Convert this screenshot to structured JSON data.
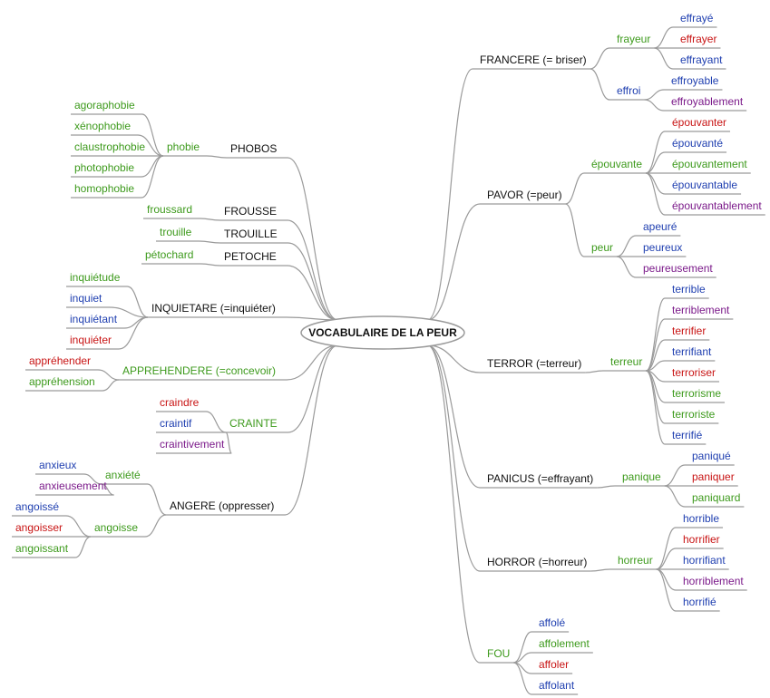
{
  "center": {
    "label": "VOCABULAIRE DE LA PEUR"
  },
  "colors": {
    "black": "#111111",
    "green": "#3d9a1c",
    "blue": "#1f3fb0",
    "red": "#c81414",
    "purple": "#7b1a8a",
    "line": "#9a9a9a"
  },
  "right_branches": [
    {
      "label": "FRANCERE (= briser)",
      "groups": [
        {
          "label": "frayeur",
          "color": "green",
          "words": [
            {
              "text": "effrayé",
              "color": "blue"
            },
            {
              "text": "effrayer",
              "color": "red"
            },
            {
              "text": "effrayant",
              "color": "blue"
            }
          ]
        },
        {
          "label": "effroi",
          "color": "blue",
          "words": [
            {
              "text": "effroyable",
              "color": "blue"
            },
            {
              "text": "effroyablement",
              "color": "purple"
            }
          ]
        }
      ]
    },
    {
      "label": "PAVOR (=peur)",
      "groups": [
        {
          "label": "épouvante",
          "color": "green",
          "words": [
            {
              "text": "épouvanter",
              "color": "red"
            },
            {
              "text": "épouvanté",
              "color": "blue"
            },
            {
              "text": "épouvantement",
              "color": "green"
            },
            {
              "text": "épouvantable",
              "color": "blue"
            },
            {
              "text": "épouvantablement",
              "color": "purple"
            }
          ]
        },
        {
          "label": "peur",
          "color": "green",
          "words": [
            {
              "text": "apeuré",
              "color": "blue"
            },
            {
              "text": "peureux",
              "color": "blue"
            },
            {
              "text": "peureusement",
              "color": "purple"
            }
          ]
        }
      ]
    },
    {
      "label": "TERROR (=terreur)",
      "groups": [
        {
          "label": "terreur",
          "color": "green",
          "words": [
            {
              "text": "terrible",
              "color": "blue"
            },
            {
              "text": "terriblement",
              "color": "purple"
            },
            {
              "text": "terrifier",
              "color": "red"
            },
            {
              "text": "terrifiant",
              "color": "blue"
            },
            {
              "text": "terroriser",
              "color": "red"
            },
            {
              "text": "terrorisme",
              "color": "green"
            },
            {
              "text": "terroriste",
              "color": "green"
            },
            {
              "text": "terrifié",
              "color": "blue"
            }
          ]
        }
      ]
    },
    {
      "label": "PANICUS (=effrayant)",
      "groups": [
        {
          "label": "panique",
          "color": "green",
          "words": [
            {
              "text": "paniqué",
              "color": "blue"
            },
            {
              "text": "paniquer",
              "color": "red"
            },
            {
              "text": "paniquard",
              "color": "green"
            }
          ]
        }
      ]
    },
    {
      "label": "HORROR (=horreur)",
      "groups": [
        {
          "label": "horreur",
          "color": "green",
          "words": [
            {
              "text": "horrible",
              "color": "blue"
            },
            {
              "text": "horrifier",
              "color": "red"
            },
            {
              "text": "horrifiant",
              "color": "blue"
            },
            {
              "text": "horriblement",
              "color": "purple"
            },
            {
              "text": "horrifié",
              "color": "blue"
            }
          ]
        }
      ]
    },
    {
      "label": "FOU",
      "label_color": "green",
      "words": [
        {
          "text": "affolé",
          "color": "blue"
        },
        {
          "text": "affolement",
          "color": "green"
        },
        {
          "text": "affoler",
          "color": "red"
        },
        {
          "text": "affolant",
          "color": "blue"
        }
      ]
    }
  ],
  "left_branches": [
    {
      "label": "PHOBOS",
      "groups": [
        {
          "label": "phobie",
          "color": "green",
          "words": [
            {
              "text": "agoraphobie",
              "color": "green"
            },
            {
              "text": "xénophobie",
              "color": "green"
            },
            {
              "text": "claustrophobie",
              "color": "green"
            },
            {
              "text": "photophobie",
              "color": "green"
            },
            {
              "text": "homophobie",
              "color": "green"
            }
          ]
        }
      ]
    },
    {
      "label": "FROUSSE",
      "words": [
        {
          "text": "froussard",
          "color": "green"
        }
      ]
    },
    {
      "label": "TROUILLE",
      "words": [
        {
          "text": "trouille",
          "color": "green"
        }
      ]
    },
    {
      "label": "PETOCHE",
      "words": [
        {
          "text": "pétochard",
          "color": "green"
        }
      ]
    },
    {
      "label": "INQUIETARE (=inquiéter)",
      "words": [
        {
          "text": "inquiétude",
          "color": "green"
        },
        {
          "text": "inquiet",
          "color": "blue"
        },
        {
          "text": "inquiétant",
          "color": "blue"
        },
        {
          "text": "inquiéter",
          "color": "red"
        }
      ]
    },
    {
      "label": "APPREHENDERE (=concevoir)",
      "label_color": "green",
      "words": [
        {
          "text": "appréhender",
          "color": "red"
        },
        {
          "text": "appréhension",
          "color": "green"
        }
      ]
    },
    {
      "label": "CRAINTE",
      "label_color": "green",
      "words": [
        {
          "text": "craindre",
          "color": "red"
        },
        {
          "text": "craintif",
          "color": "blue"
        },
        {
          "text": "craintivement",
          "color": "purple"
        }
      ]
    },
    {
      "label": "ANGERE (oppresser)",
      "groups": [
        {
          "label": "anxiété",
          "color": "green",
          "words": [
            {
              "text": "anxieux",
              "color": "blue"
            },
            {
              "text": "anxieusement",
              "color": "purple"
            }
          ]
        },
        {
          "label": "angoisse",
          "color": "green",
          "words": [
            {
              "text": "angoissé",
              "color": "blue"
            },
            {
              "text": "angoisser",
              "color": "red"
            },
            {
              "text": "angoissant",
              "color": "green"
            }
          ]
        }
      ]
    }
  ]
}
